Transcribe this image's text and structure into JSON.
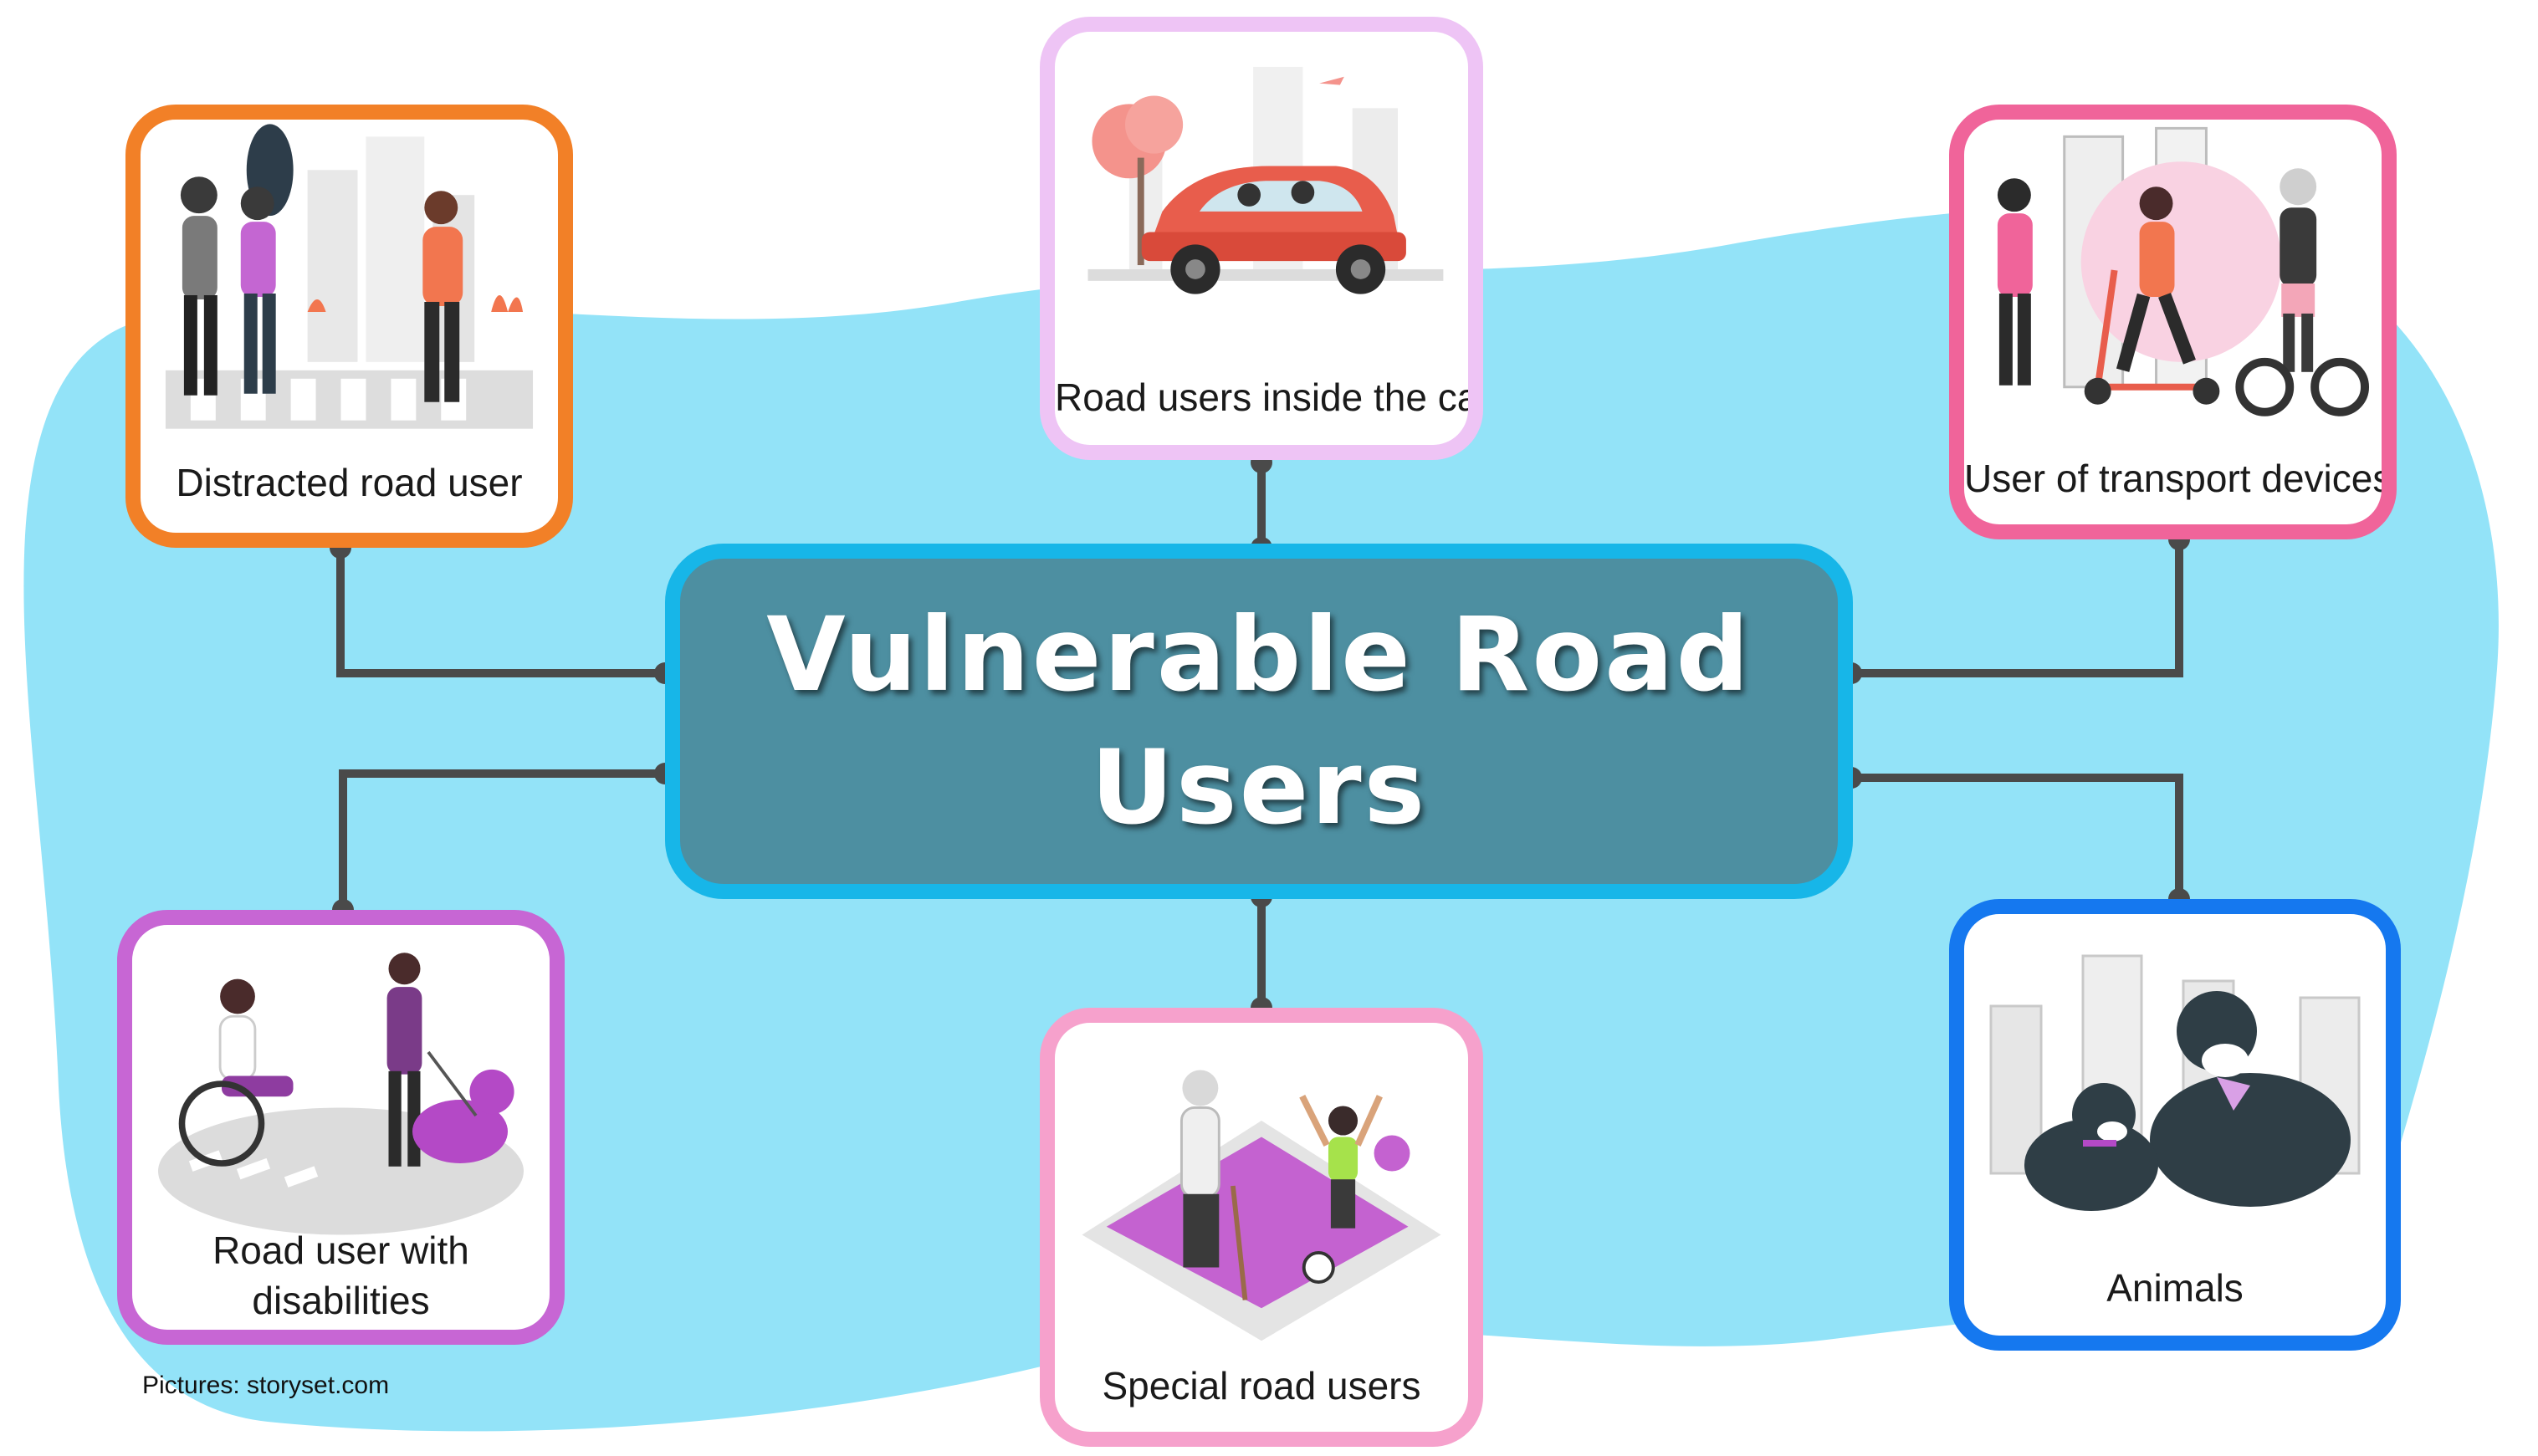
{
  "hub": {
    "title_line1": "Vulnerable Road",
    "title_line2": "Users",
    "fill_color": "#4d8fa1",
    "border_color": "#17b6e8"
  },
  "background_blob_color": "#93e3f8",
  "connector_color": "#4a4a4a",
  "cards": {
    "distracted": {
      "label": "Distracted road user",
      "border_color": "#f28027",
      "icon": "pedestrians-with-phones-illustration"
    },
    "inside_car": {
      "label": "Road users inside the car",
      "border_color": "#eec4f5",
      "icon": "red-car-illustration"
    },
    "transport_devices": {
      "label": "User of transport devices",
      "border_color": "#f0649a",
      "icon": "scooter-riders-illustration"
    },
    "disabilities": {
      "label_line1": "Road user with",
      "label_line2": "disabilities",
      "border_color": "#c766d4",
      "icon": "wheelchair-and-guide-dog-illustration"
    },
    "special": {
      "label": "Special road users",
      "border_color": "#f6a1cc",
      "icon": "elderly-and-child-illustration"
    },
    "animals": {
      "label": "Animals",
      "border_color": "#1578ef",
      "icon": "dogs-and-cat-illustration"
    }
  },
  "credit": "Pictures: storyset.com"
}
